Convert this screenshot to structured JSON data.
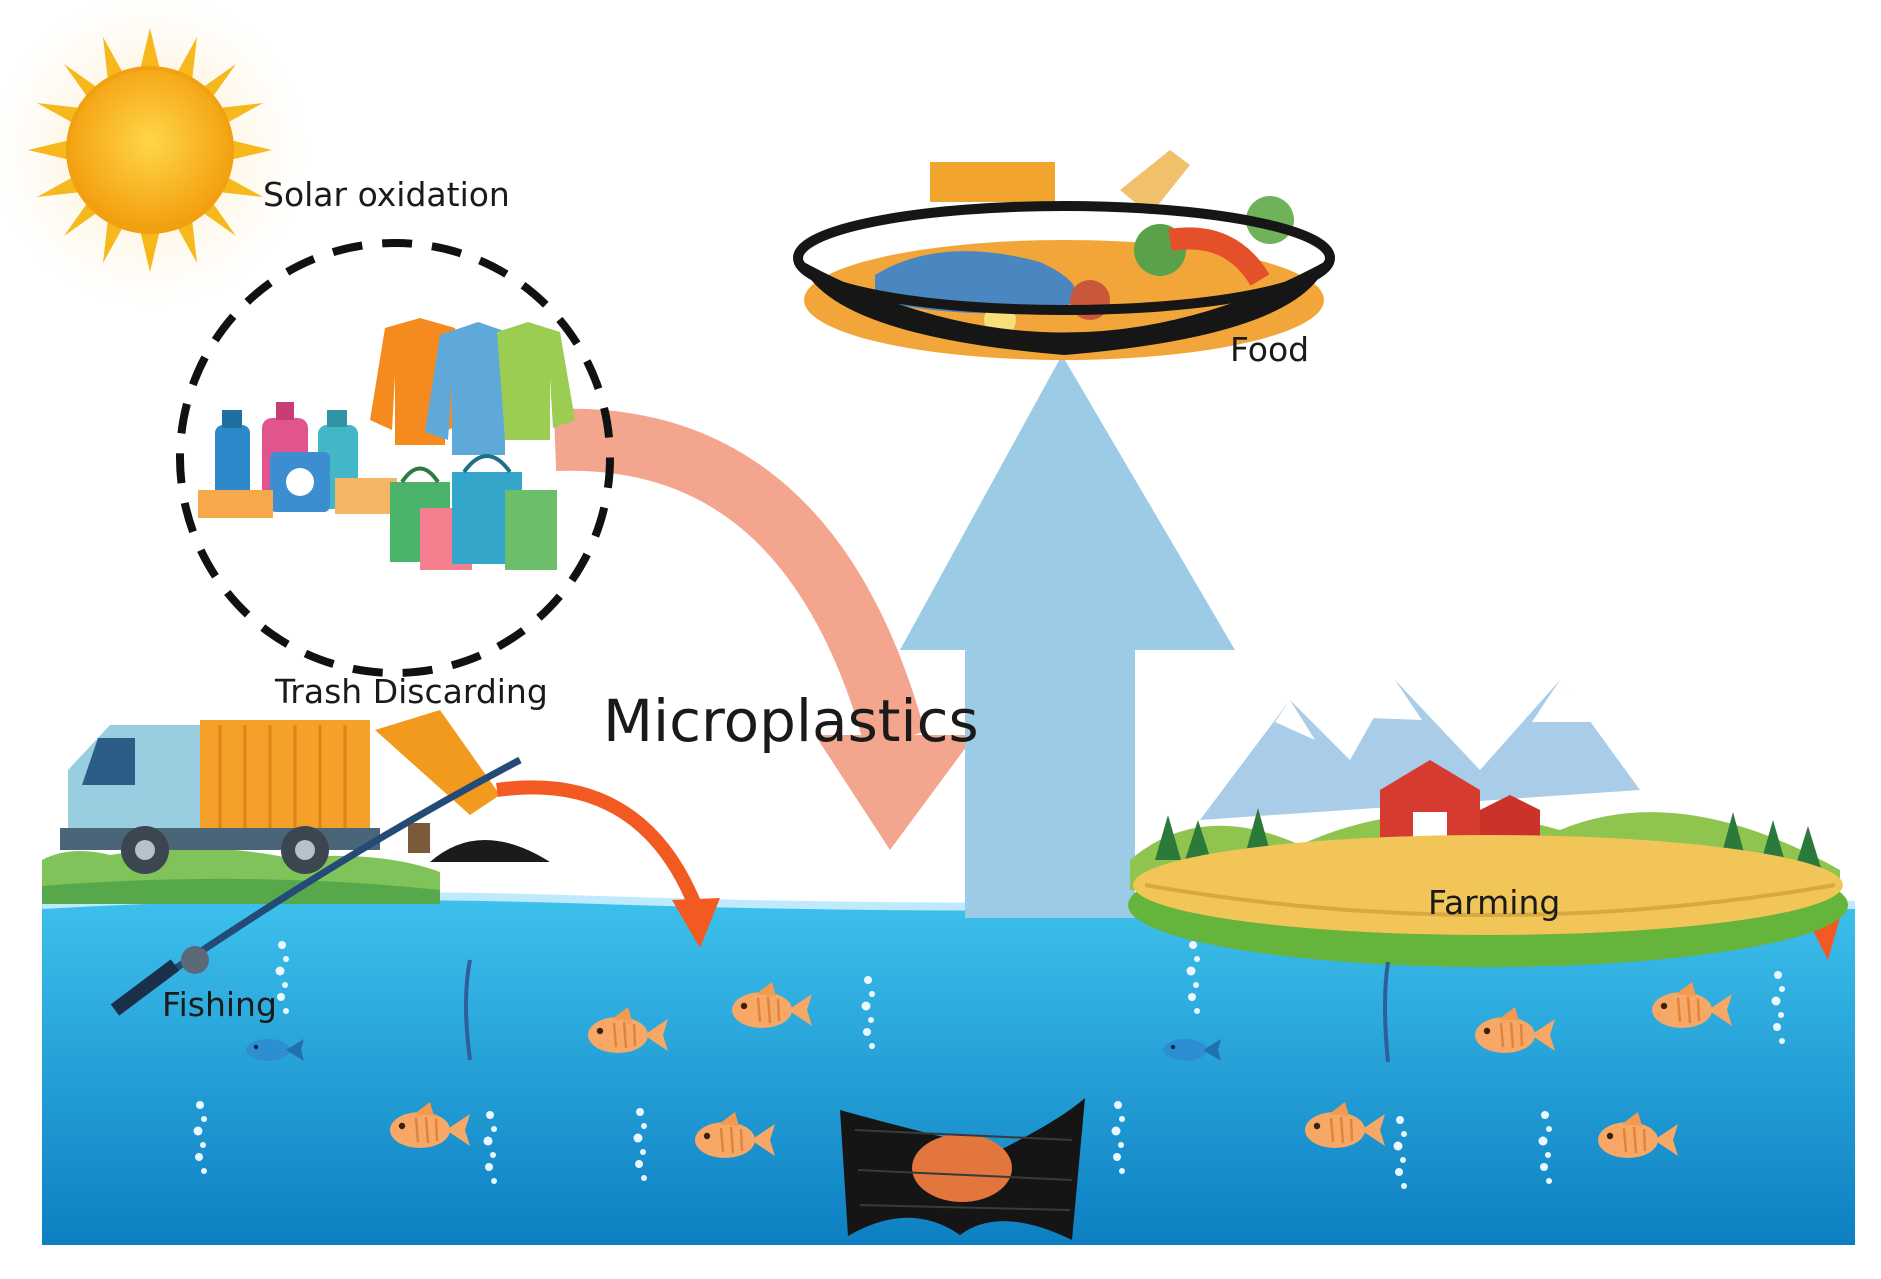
{
  "diagram": {
    "labels": {
      "solar": "Solar oxidation",
      "food": "Food",
      "trash": "Trash Discarding",
      "micro": "Microplastics",
      "fishing": "Fishing",
      "farming": "Farming"
    },
    "colors": {
      "sky_arrow": "#9ccbe6",
      "salmon_arrow": "#f4a58e",
      "orange_arrow": "#f25a22",
      "water_top": "#3ec1ec",
      "water_bottom": "#0d7fc2",
      "fish": "#f7a867",
      "sun": "#f6b81c"
    }
  }
}
